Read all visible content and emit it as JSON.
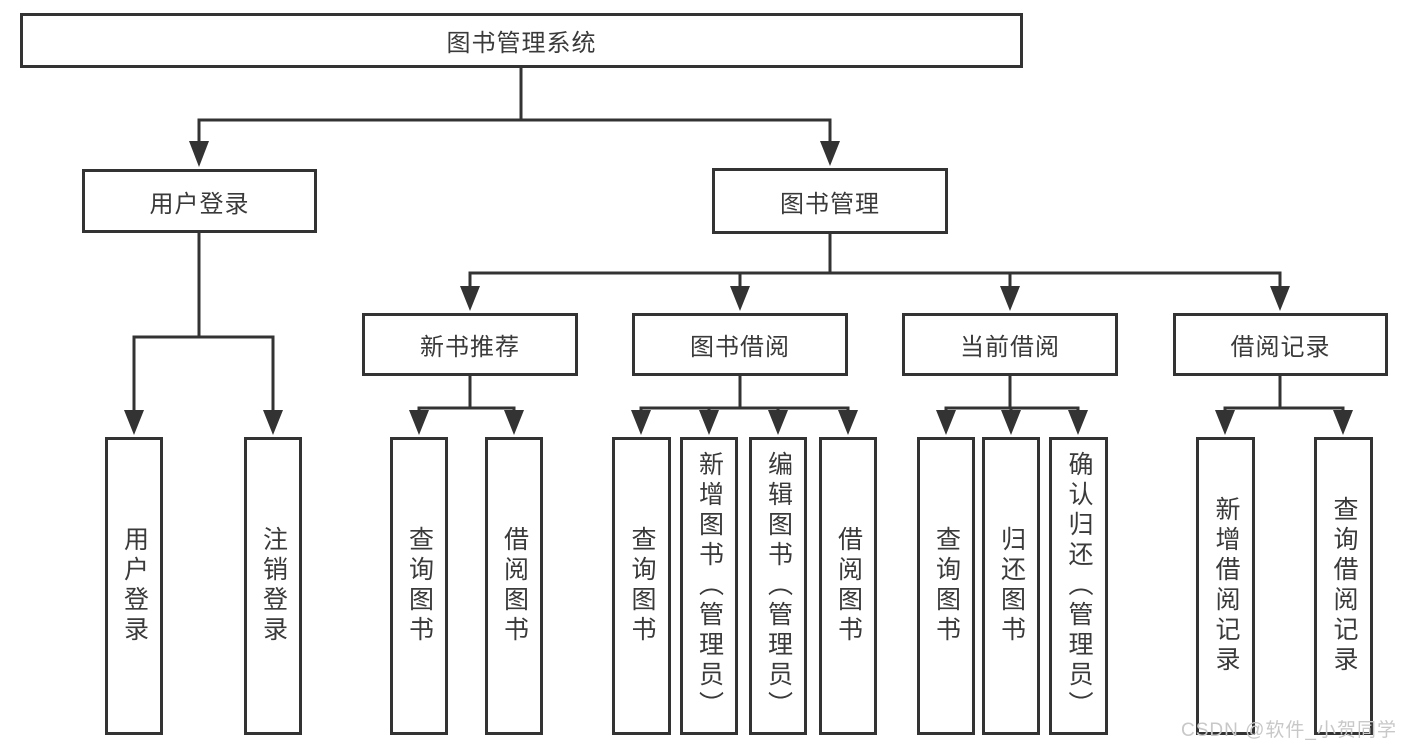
{
  "diagram": {
    "tree": {
      "root": {
        "label": "图书管理系统"
      },
      "children": [
        {
          "label": "用户登录",
          "children": [
            {
              "label": "用户登录"
            },
            {
              "label": "注销登录"
            }
          ]
        },
        {
          "label": "图书管理",
          "children": [
            {
              "label": "新书推荐",
              "children": [
                {
                  "label": "查询图书"
                },
                {
                  "label": "借阅图书"
                }
              ]
            },
            {
              "label": "图书借阅",
              "children": [
                {
                  "label": "查询图书"
                },
                {
                  "label": "新增图书（管理员）"
                },
                {
                  "label": "编辑图书（管理员）"
                },
                {
                  "label": "借阅图书"
                }
              ]
            },
            {
              "label": "当前借阅",
              "children": [
                {
                  "label": "查询图书"
                },
                {
                  "label": "归还图书"
                },
                {
                  "label": "确认归还（管理员）"
                }
              ]
            },
            {
              "label": "借阅记录",
              "children": [
                {
                  "label": "新增借阅记录"
                },
                {
                  "label": "查询借阅记录"
                }
              ]
            }
          ]
        }
      ]
    },
    "colors": {
      "line": "#333333",
      "box_border": "#333333",
      "text": "#3a3a3a",
      "background": "#ffffff",
      "watermark": "#c8c8c8"
    }
  },
  "watermark": {
    "text": "CSDN @软件_小贺同学"
  }
}
